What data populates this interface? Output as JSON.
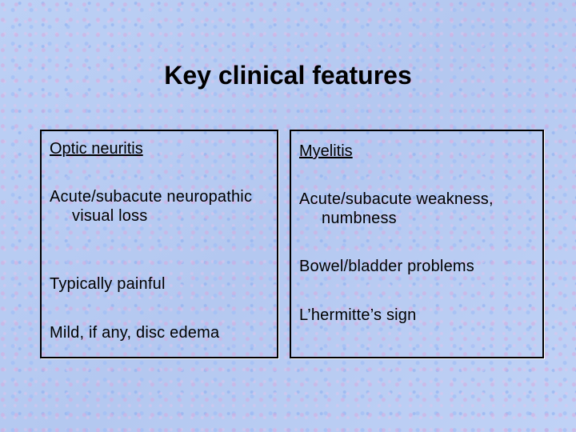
{
  "slide": {
    "title": "Key clinical features"
  },
  "left_column": {
    "heading": "Optic neuritis",
    "items": [
      "Acute/subacute neuropathic visual loss",
      "Typically painful",
      "Mild, if any, disc edema"
    ]
  },
  "right_column": {
    "heading": "Myelitis",
    "items": [
      "Acute/subacute weakness, numbness",
      "Bowel/bladder problems",
      "L’hermitte’s sign"
    ]
  }
}
